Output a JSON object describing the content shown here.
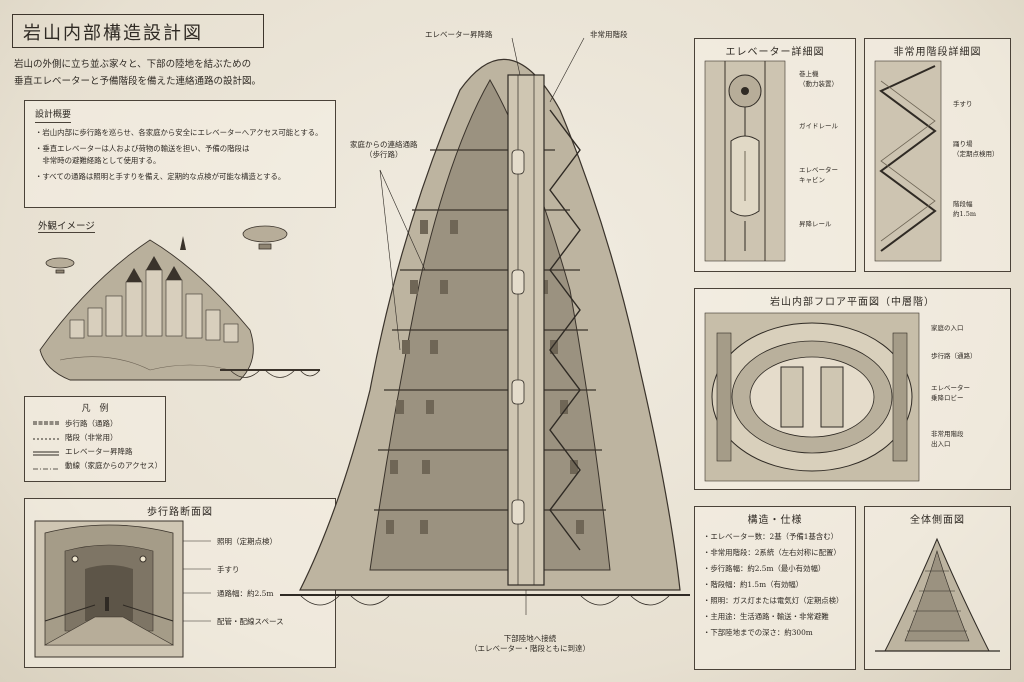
{
  "title": "岩山内部構造設計図",
  "intro": "岩山の外側に立ち並ぶ家々と、下部の陸地を結ぶための\n垂直エレベーターと予備階段を備えた連絡通路の設計図。",
  "overview": {
    "heading": "設計概要",
    "items": [
      "・岩山内部に歩行路を巡らせ、各家庭から安全にエレベーターへアクセス可能とする。",
      "・垂直エレベーターは人および荷物の輸送を担い、予備の階段は\n　非常時の避難経路として使用する。",
      "・すべての通路は照明と手すりを備え、定期的な点検が可能な構造とする。"
    ]
  },
  "exterior": {
    "heading": "外観イメージ"
  },
  "legend": {
    "heading": "凡　例",
    "items": [
      {
        "label": "歩行路（通路）"
      },
      {
        "label": "階段（非常用）"
      },
      {
        "label": "エレベーター昇降路"
      },
      {
        "label": "動線（家庭からのアクセス）"
      }
    ]
  },
  "walkway": {
    "heading": "歩行路断面図",
    "labels": [
      "照明（定期点検）",
      "手すり",
      "通路幅：約2.5m",
      "配管・配線スペース"
    ]
  },
  "main": {
    "label_elevator": "エレベーター昇降路",
    "label_stairs": "非常用階段",
    "label_path": "家庭からの連絡通路\n（歩行路）",
    "label_bottom": "下部陸地へ接続\n（エレベーター・階段ともに到達）"
  },
  "elevator_detail": {
    "heading": "エレベーター詳細図",
    "labels": [
      "巻上機\n（動力装置）",
      "ガイドレール",
      "エレベーター\nキャビン",
      "昇降レール"
    ]
  },
  "stair_detail": {
    "heading": "非常用階段詳細図",
    "labels": [
      "手すり",
      "踊り場\n（定期点検用）",
      "階段幅\n約1.5m"
    ]
  },
  "floor_plan": {
    "heading": "岩山内部フロア平面図（中層階）",
    "labels": [
      "家庭の入口",
      "歩行路（通路）",
      "エレベーター\n乗降ロビー",
      "非常用階段\n出入口"
    ]
  },
  "spec": {
    "heading": "構造・仕様",
    "items": [
      "・エレベーター数：2基（予備1基含む）",
      "・非常用階段：2系統（左右対称に配置）",
      "・歩行路幅：約2.5m（最小有効幅）",
      "・階段幅：約1.5m（有効幅）",
      "・照明：ガス灯または電気灯（定期点検）",
      "・主用途：生活通路・輸送・非常避難",
      "・下部陸地までの深さ：約300m"
    ]
  },
  "side_view": {
    "heading": "全体側面図"
  }
}
